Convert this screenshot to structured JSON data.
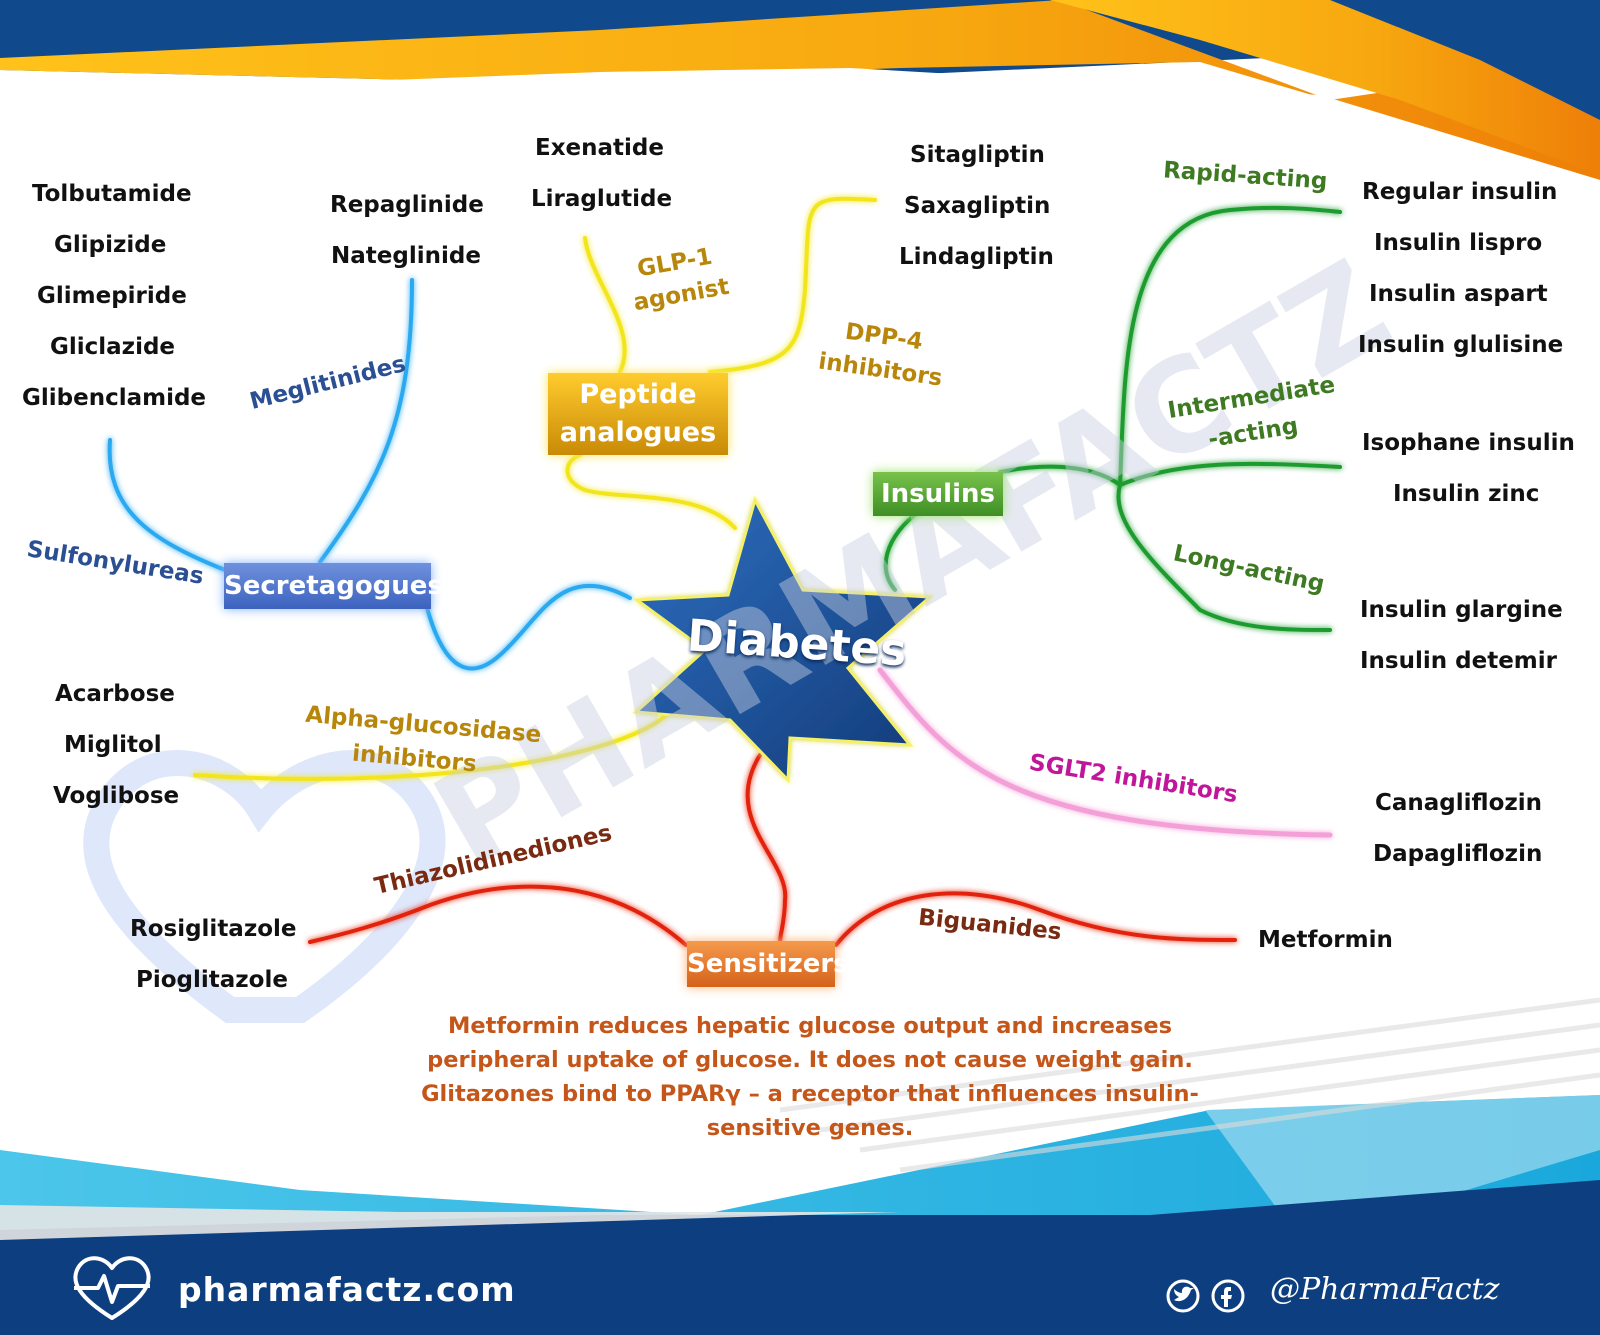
{
  "center": {
    "label": "Diabetes"
  },
  "categories": {
    "secretagogues": "Secretagogues",
    "peptide_analogues": "Peptide analogues",
    "insulins": "Insulins",
    "sensitizers": "Sensitizers"
  },
  "subcategories": {
    "sulfonylureas": "Sulfonylureas",
    "meglitinides": "Meglitinides",
    "glp1_line1": "GLP-1",
    "glp1_line2": "agonist",
    "dpp4_line1": "DPP-4",
    "dpp4_line2": "inhibitors",
    "rapid": "Rapid-acting",
    "intermediate_line1": "Intermediate",
    "intermediate_line2": "-acting",
    "long": "Long-acting",
    "alpha_line1": "Alpha-glucosidase",
    "alpha_line2": "inhibitors",
    "sglt2": "SGLT2 inhibitors",
    "thiazolidinediones": "Thiazolidinediones",
    "biguanides": "Biguanides"
  },
  "drugs": {
    "sulfonylureas": [
      "Tolbutamide",
      "Glipizide",
      "Glimepiride",
      "Gliclazide",
      "Glibenclamide"
    ],
    "meglitinides": [
      "Repaglinide",
      "Nateglinide"
    ],
    "glp1": [
      "Exenatide",
      "Liraglutide"
    ],
    "dpp4": [
      "Sitagliptin",
      "Saxagliptin",
      "Lindagliptin"
    ],
    "rapid": [
      "Regular insulin",
      "Insulin lispro",
      "Insulin aspart",
      "Insulin glulisine"
    ],
    "intermediate": [
      "Isophane insulin",
      "Insulin zinc"
    ],
    "long": [
      "Insulin glargine",
      "Insulin detemir"
    ],
    "alpha": [
      "Acarbose",
      "Miglitol",
      "Voglibose"
    ],
    "sglt2": [
      "Canagliflozin",
      "Dapagliflozin"
    ],
    "thiazolidinediones": [
      "Rosiglitazole",
      "Pioglitazole"
    ],
    "biguanides": [
      "Metformin"
    ]
  },
  "note": "Metformin reduces hepatic glucose output and increases peripheral uptake of glucose. It does not cause weight gain. Glitazones bind to PPARγ – a receptor that influences insulin-sensitive genes.",
  "watermark": "PHARMAFACTZ",
  "footer": {
    "site": "pharmafactz.com",
    "handle": "@PharmaFactz"
  },
  "icons": {
    "logo": "heart-pulse-icon",
    "social_1": "twitter-icon",
    "social_2": "facebook-icon"
  },
  "colors": {
    "blue_branch": "#2aa9f0",
    "yellow_branch": "#f2e51b",
    "green_branch": "#1e9b2e",
    "pink_branch": "#f4a0d8",
    "red_branch": "#e3240f",
    "star": "#1d4f9a",
    "header_blue": "#114a8c",
    "header_orange": "#f08a10",
    "footer_blue": "#0d3f80",
    "footer_cyan": "#2bb8e3"
  }
}
